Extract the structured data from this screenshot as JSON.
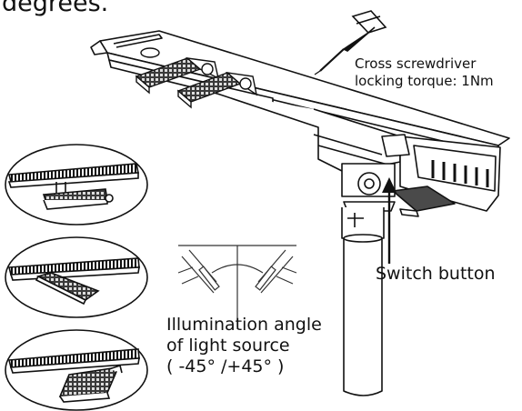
{
  "text": {
    "top_fragment": "degrees.",
    "screwdriver_line1": "Cross screwdriver",
    "screwdriver_line2": "locking torque: 1Nm",
    "switch_label": "Switch button",
    "angle_line1": "Illumination angle",
    "angle_line2": "of light source",
    "angle_line3": "( -45° /+45° )"
  },
  "colors": {
    "ink": "#111111",
    "light_gray": "#e6e6e6",
    "panel_gray": "#555555",
    "white": "#ffffff"
  }
}
